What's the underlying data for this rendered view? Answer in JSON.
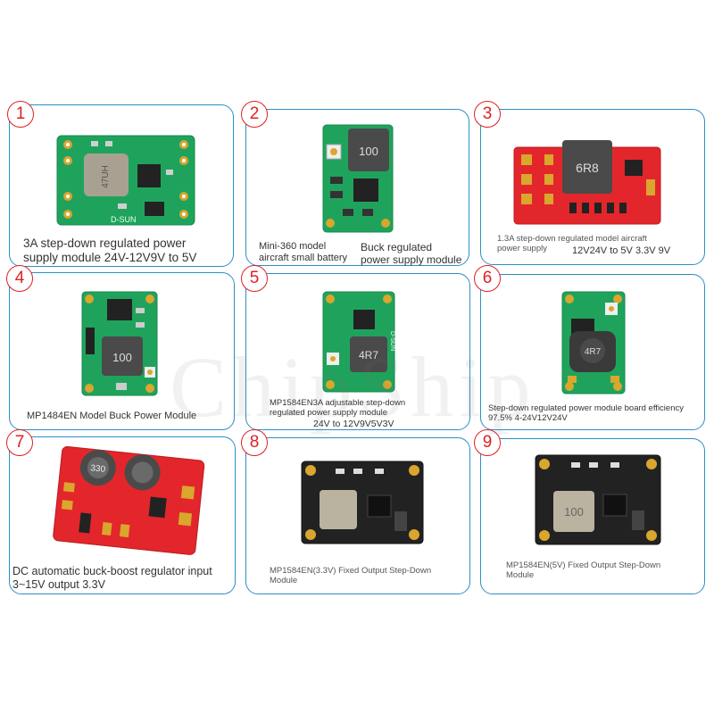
{
  "watermark": "ChipShip",
  "products": [
    {
      "number": "1",
      "lines": [
        "3A step-down regulated power",
        "supply module 24V-12V9V to 5V"
      ],
      "chip_marking": "47UH",
      "pcb_text": "D-SUN"
    },
    {
      "number": "2",
      "lines": [
        "Mini-360 model",
        "aircraft small battery",
        "Buck regulated",
        "power supply module"
      ],
      "chip_marking": "100"
    },
    {
      "number": "3",
      "lines": [
        "1.3A step-down regulated model aircraft",
        "power supply",
        "12V24V to 5V 3.3V 9V"
      ],
      "chip_marking": "6R8"
    },
    {
      "number": "4",
      "lines": [
        "MP1484EN Model Buck Power Module"
      ],
      "chip_marking": "100"
    },
    {
      "number": "5",
      "lines": [
        "MP1584EN3A adjustable step-down",
        "regulated power supply module",
        "24V to 12V9V5V3V"
      ],
      "chip_marking": "4R7",
      "pcb_text": "D-SUN"
    },
    {
      "number": "6",
      "lines": [
        "Step-down regulated power module board efficiency",
        "97.5% 4-24V12V24V"
      ],
      "chip_marking": "4R7"
    },
    {
      "number": "7",
      "lines": [
        "DC automatic buck-boost regulator input",
        "3~15V output 3.3V"
      ],
      "chip_marking": "330"
    },
    {
      "number": "8",
      "lines": [
        "MP1584EN(3.3V) Fixed Output Step-Down",
        "Module"
      ]
    },
    {
      "number": "9",
      "lines": [
        "MP1584EN(5V) Fixed Output Step-Down",
        "Module"
      ],
      "chip_marking": "100"
    }
  ],
  "colors": {
    "card_border": "#2c8fc4",
    "badge": "#e02020",
    "pcb_green": "#1fa35c",
    "pcb_red": "#e3262b",
    "pcb_black": "#222222",
    "inductor": "#4a4a4a",
    "pad_gold": "#d9a62e"
  }
}
